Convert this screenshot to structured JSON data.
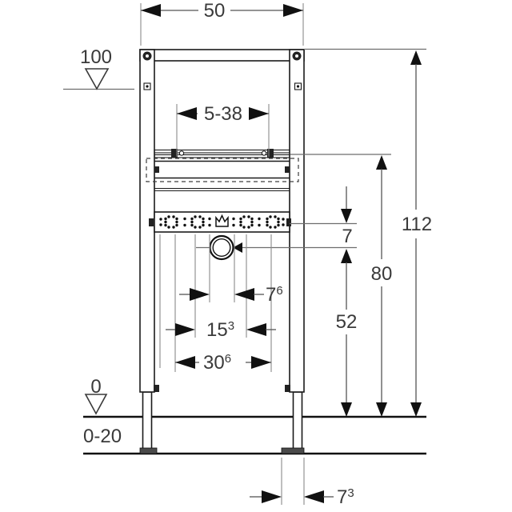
{
  "diagram": {
    "type": "installation-dimension-drawing",
    "subject": "washbasin mounting frame (front view)"
  },
  "colors": {
    "background": "#ffffff",
    "object_line": "#1a1a1a",
    "dimension_line": "#555555",
    "text": "#3a3a3a",
    "dark_fill": "#222222"
  },
  "dimensions": {
    "frame_width": {
      "label": "50"
    },
    "upper_level": {
      "label": "100"
    },
    "mounting_range": {
      "label": "5-38"
    },
    "total_height": {
      "label": "112"
    },
    "rail_height": {
      "label": "80"
    },
    "plate_drain_gap": {
      "label": "7"
    },
    "drain_center_height": {
      "label": "52"
    },
    "drain_offset": {
      "main": "7",
      "sup": "6"
    },
    "connection_spacing": {
      "main": "15",
      "sup": "3"
    },
    "outer_connection_spacing": {
      "main": "30",
      "sup": "6"
    },
    "finished_floor_level": {
      "label": "0"
    },
    "floor_buildup_range": {
      "label": "0-20"
    },
    "foot_plate_width": {
      "main": "7",
      "sup": "3"
    }
  }
}
